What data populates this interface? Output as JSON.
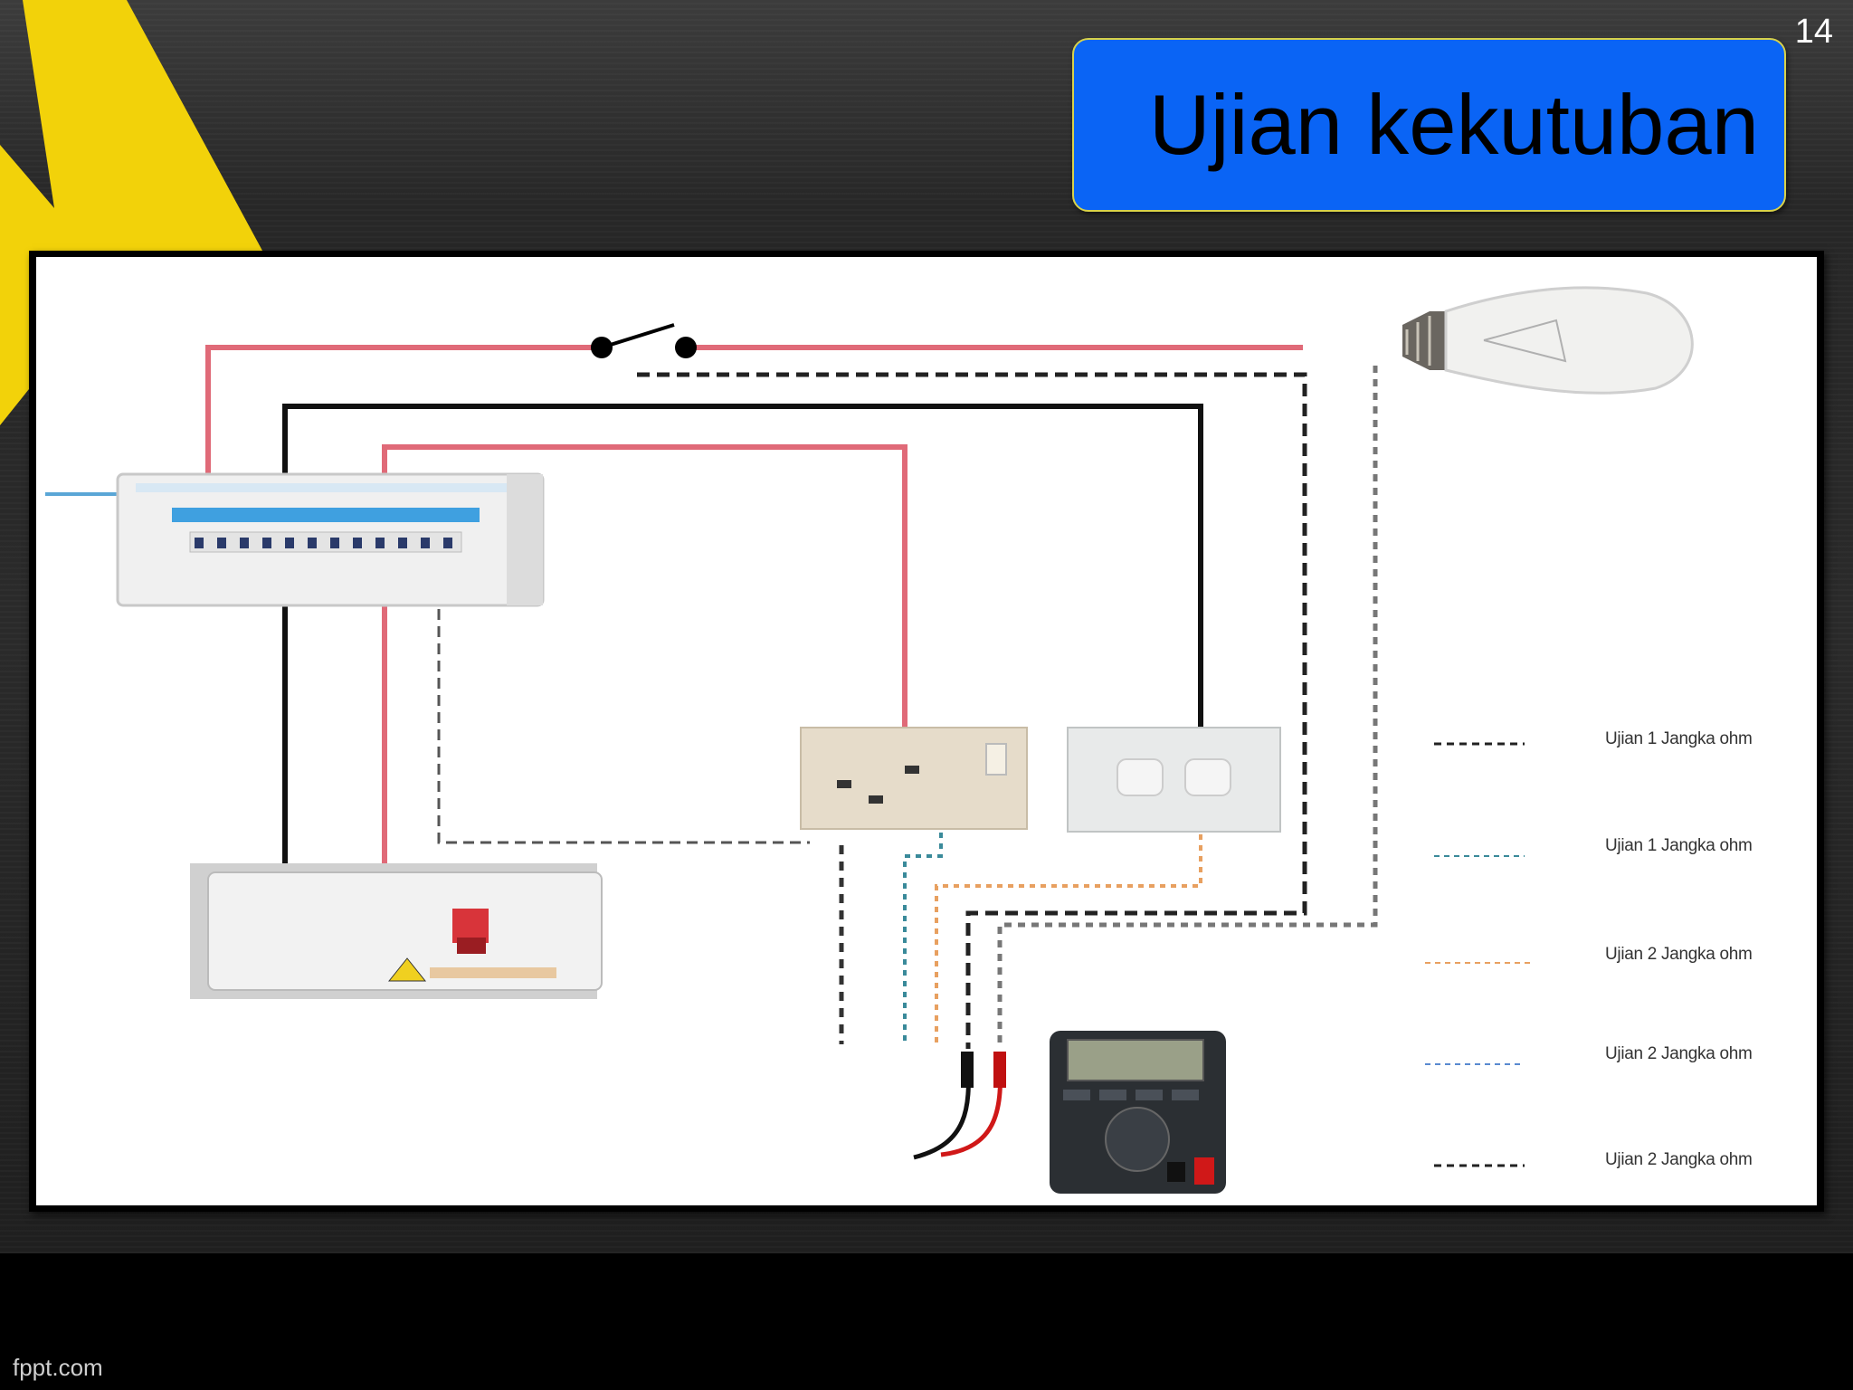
{
  "slide": {
    "page_number": "14",
    "title": "Ujian kekutuban",
    "brand": "fppt.com"
  },
  "legend": [
    {
      "label": "Ujian 1 Jangka ohm",
      "color": "#222222"
    },
    {
      "label": "Ujian 1 Jangka ohm",
      "color": "#3a8a9a"
    },
    {
      "label": "Ujian 2 Jangka ohm",
      "color": "#e8a060"
    },
    {
      "label": "Ujian 2 Jangka ohm",
      "color": "#5a8ad0"
    },
    {
      "label": "Ujian 2 Jangka ohm",
      "color": "#222222"
    }
  ],
  "colors": {
    "title_box": "#0a64f5",
    "bolt": "#f2d20a",
    "live_wire": "#e06a78",
    "neutral_wire": "#111111"
  },
  "icons": [
    "lightning-bolt",
    "light-switch",
    "light-bulb",
    "distribution-board",
    "main-switch",
    "socket-outlet",
    "switch-plate",
    "multimeter"
  ]
}
